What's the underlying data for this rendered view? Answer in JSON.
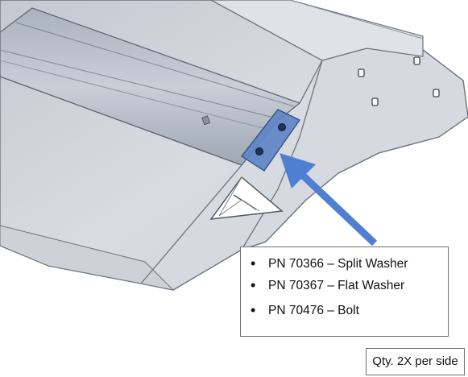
{
  "callout": {
    "parts": [
      "PN 70366 – Split Washer",
      "PN 70367 – Flat Washer",
      "PN 70476 – Bolt"
    ],
    "quantity": "Qty. 2X per side"
  },
  "colors": {
    "panel": "#d2d7de",
    "rail": "#b9c0ca",
    "bracket": "#5f86c6",
    "arrow": "#4f7fd0",
    "outline": "#6c737c"
  },
  "icons": [
    "bolt-hole-icon",
    "pointer-arrow-icon",
    "triangle-cutout-icon"
  ]
}
